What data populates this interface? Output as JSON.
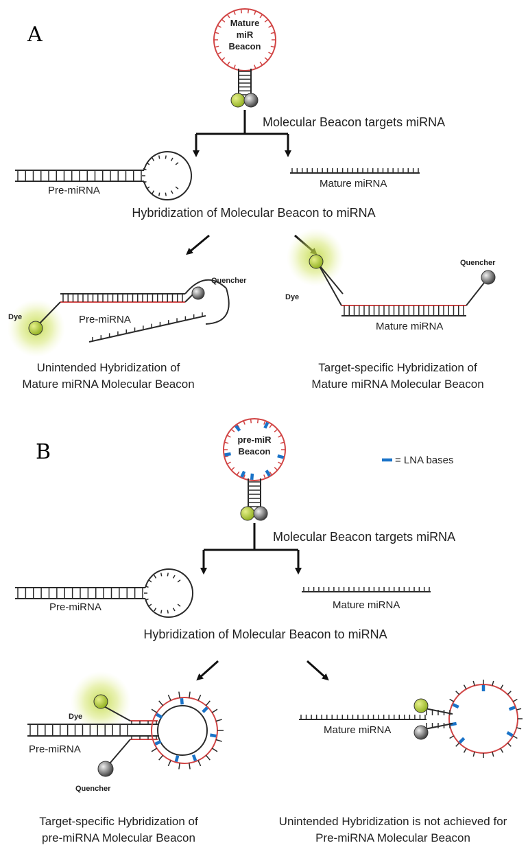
{
  "panel_a": {
    "letter": "A",
    "beacon_label": [
      "Mature",
      "miR",
      "Beacon"
    ],
    "targets_caption": "Molecular Beacon targets miRNA",
    "pre_mirna": "Pre-miRNA",
    "mature_mirna": "Mature miRNA",
    "hybridization_caption": "Hybridization of Molecular Beacon to miRNA",
    "left_result": {
      "dye": "Dye",
      "quencher": "Quencher",
      "strand": "Pre-miRNA",
      "caption": [
        "Unintended Hybridization of",
        "Mature miRNA Molecular Beacon"
      ]
    },
    "right_result": {
      "dye": "Dye",
      "quencher": "Quencher",
      "strand": "Mature miRNA",
      "caption": [
        "Target-specific Hybridization of",
        "Mature miRNA Molecular Beacon"
      ]
    }
  },
  "panel_b": {
    "letter": "B",
    "beacon_label": [
      "pre-miR",
      "Beacon"
    ],
    "legend": "= LNA bases",
    "targets_caption": "Molecular Beacon targets miRNA",
    "pre_mirna": "Pre-miRNA",
    "mature_mirna": "Mature miRNA",
    "hybridization_caption": "Hybridization of Molecular Beacon to miRNA",
    "left_result": {
      "dye": "Dye",
      "quencher": "Quencher",
      "strand": "Pre-miRNA",
      "caption": [
        "Target-specific Hybridization of",
        "pre-miRNA Molecular Beacon"
      ]
    },
    "right_result": {
      "strand": "Mature miRNA",
      "caption": [
        "Unintended Hybridization is not achieved for",
        "Pre-miRNA Molecular Beacon"
      ]
    }
  },
  "colors": {
    "beacon_loop": "#d14545",
    "strand": "#2a2a2a",
    "lna": "#1a73c8",
    "dye": "#b8d23a",
    "dye_glow": "#c6dc52",
    "quencher": "#555555"
  }
}
